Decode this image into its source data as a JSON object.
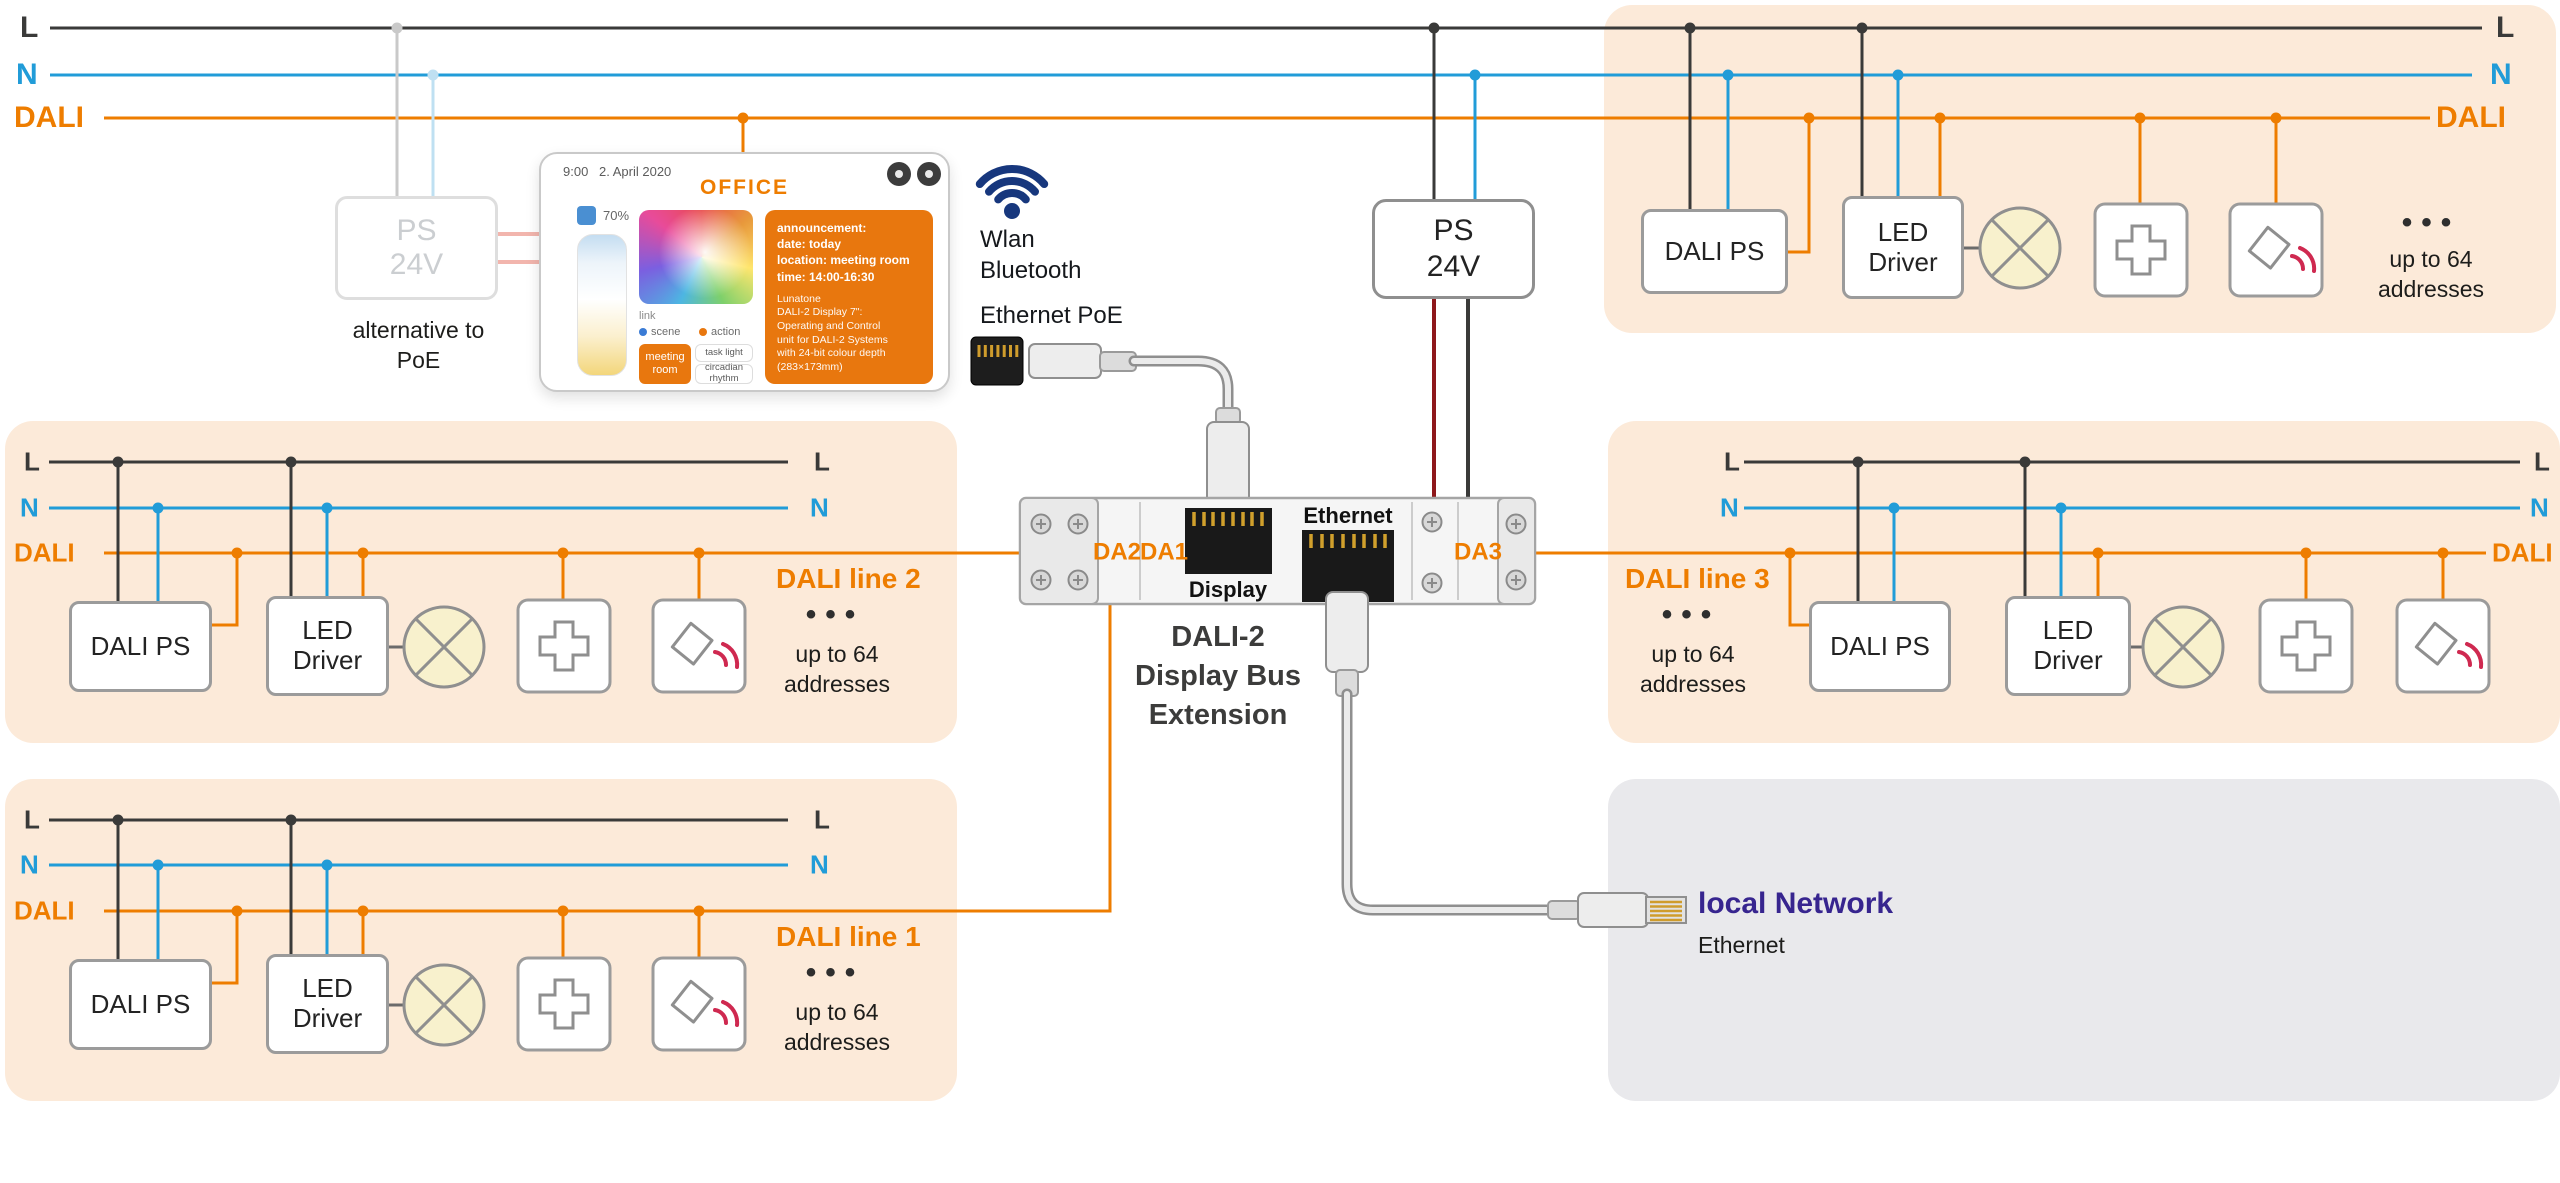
{
  "bus": {
    "l": "L",
    "n": "N",
    "dali": "DALI"
  },
  "top_left": {
    "ps_label": "PS\n24V",
    "alternative": "alternative to\nPoE",
    "wlan_bluetooth": "Wlan\nBluetooth",
    "ethernet_poe": "Ethernet PoE"
  },
  "tablet": {
    "time": "9:00",
    "date": "2. April 2020",
    "title": "OFFICE",
    "brightness": "70%",
    "link": "link",
    "scene": "scene",
    "action": "action",
    "btn_meeting_room": "meeting\nroom",
    "btn_task_light": "task light",
    "btn_circadian": "circadian rhythm",
    "announcement": "announcement:\ndate: today\nlocation: meeting room\ntime: 14:00-16:30",
    "product_note": "Lunatone\nDALI-2 Display 7\":\nOperating and Control\nunit for DALI-2 Systems\nwith 24-bit colour depth\n(283×173mm)"
  },
  "ps_right": {
    "label": "PS\n24V"
  },
  "module": {
    "da1": "DA1",
    "da2": "DA2",
    "da3": "DA3",
    "display_port": "Display",
    "ethernet_port": "Ethernet",
    "name": "DALI-2\nDisplay Bus\nExtension"
  },
  "shared": {
    "dali_ps": "DALI PS",
    "led_driver": "LED\nDriver",
    "up_to": "up to 64\naddresses",
    "dots": "•••"
  },
  "panels": {
    "line1": {
      "title": "DALI line 1"
    },
    "line2": {
      "title": "DALI line 2"
    },
    "line3": {
      "title": "DALI line 3"
    },
    "network": {
      "title": "local Network",
      "subtitle": "Ethernet"
    }
  },
  "colors": {
    "dali_orange": "#ee7d00",
    "neutral_blue": "#219cd8",
    "line_dark": "#3a3a39",
    "power_red": "#8e181b",
    "panel_peach": "#fcead9",
    "panel_gray": "#e9e9ec",
    "network_purple": "#37258f"
  }
}
